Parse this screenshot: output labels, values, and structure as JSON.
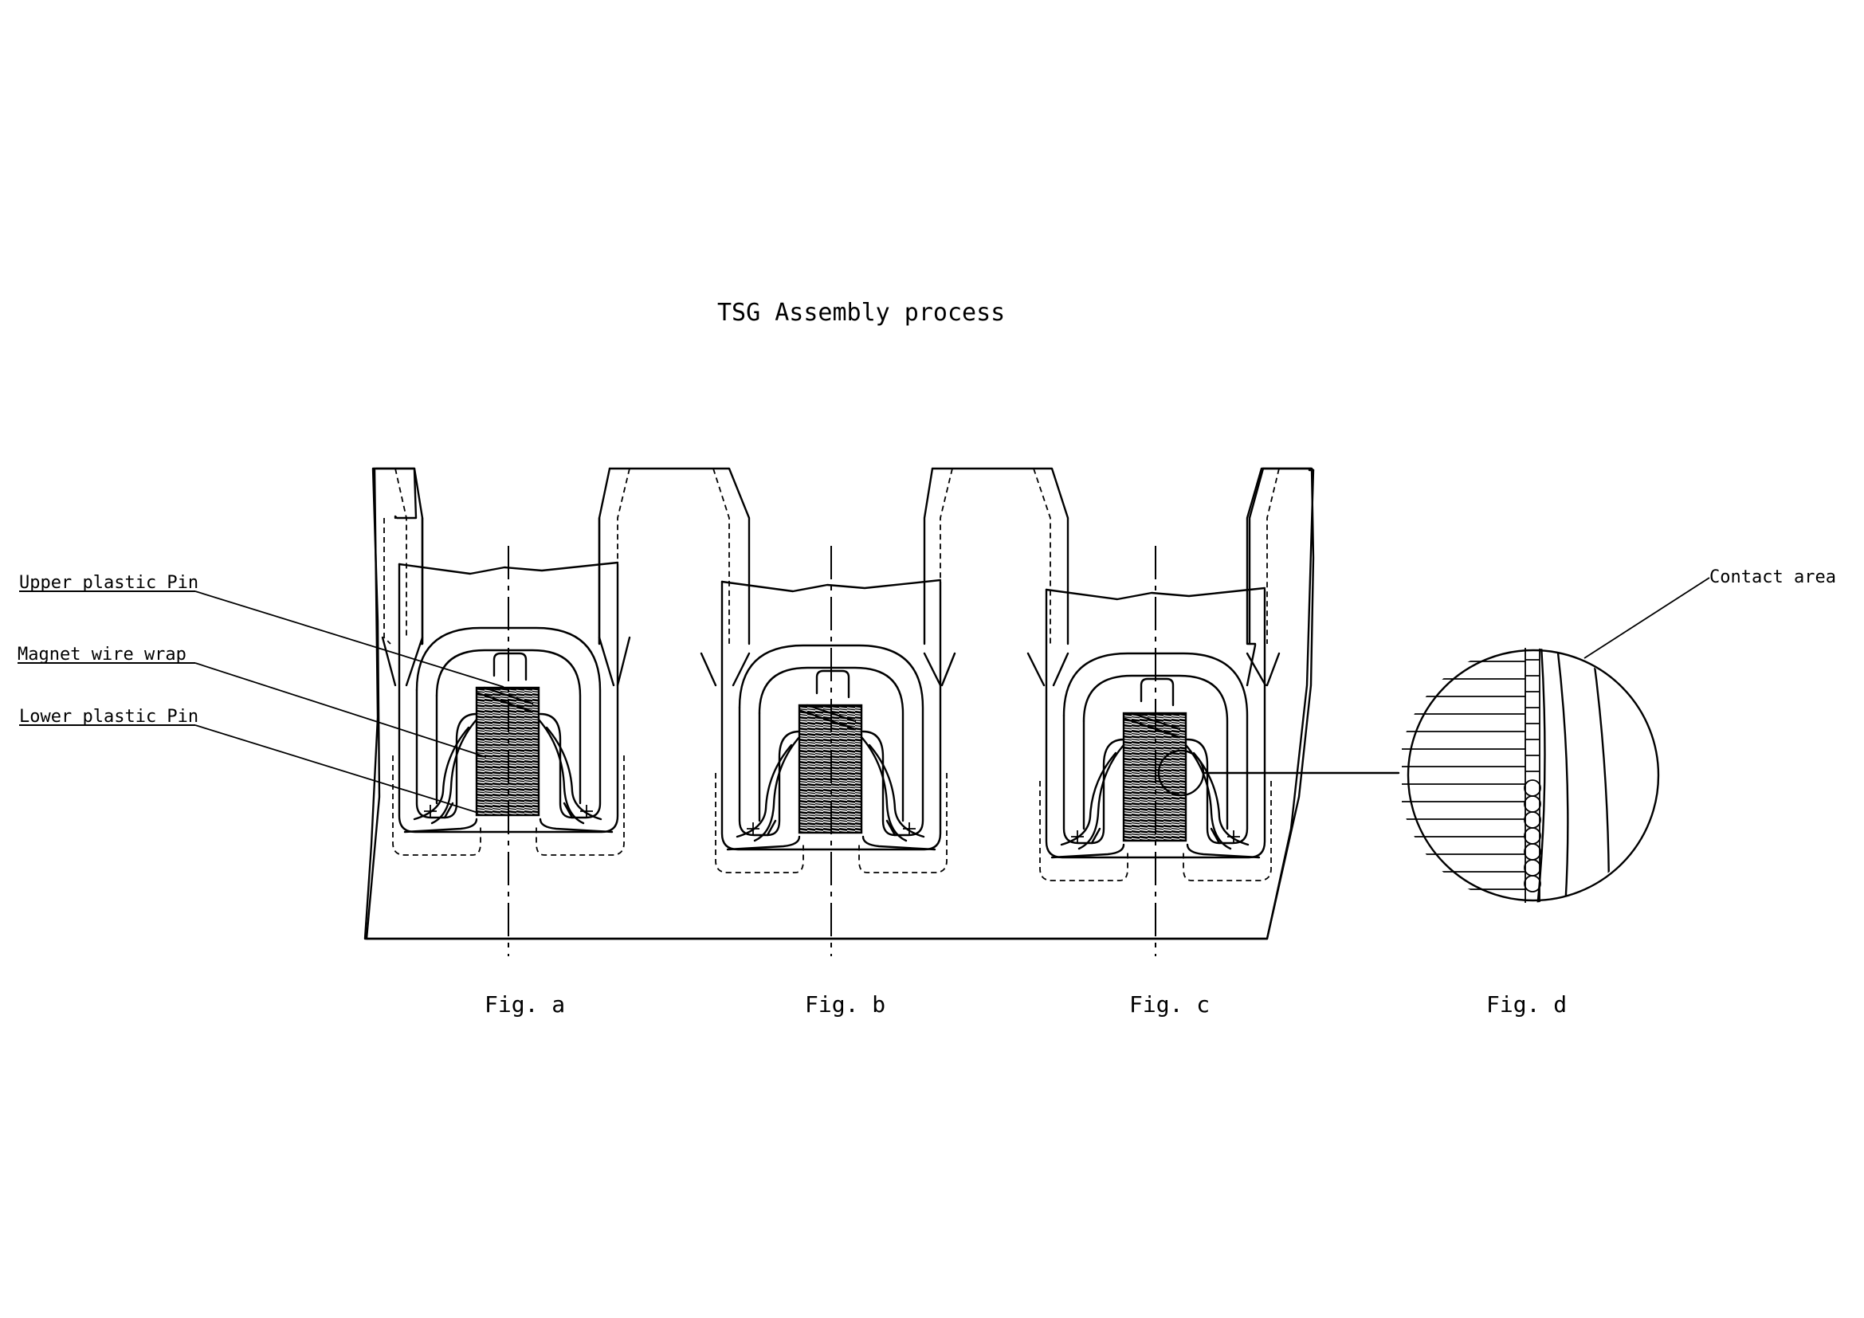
{
  "title": "TSG Assembly process",
  "labels": {
    "upper_pin": "Upper plastic Pin",
    "magnet_wire": "Magnet wire wrap",
    "lower_pin": "Lower plastic Pin",
    "contact_area": "Contact area"
  },
  "figures": [
    "Fig. a",
    "Fig. b",
    "Fig. c",
    "Fig. d"
  ]
}
